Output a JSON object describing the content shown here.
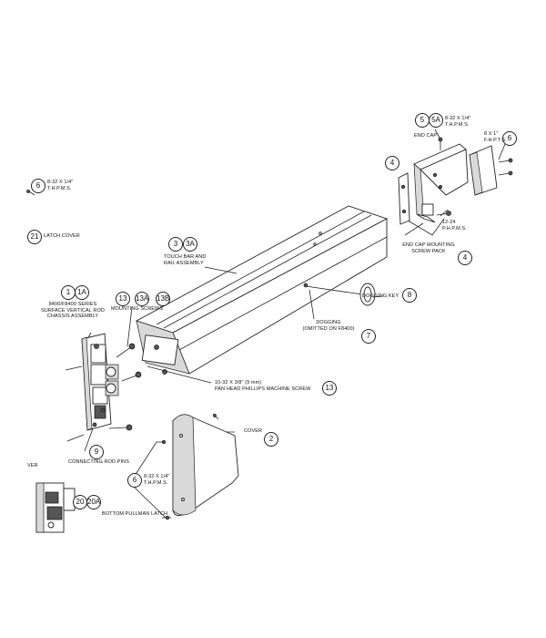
{
  "callouts": {
    "c1": "1",
    "c1a": "1A",
    "c2": "2",
    "c3": "3",
    "c3a": "3A",
    "c4a": "4",
    "c4b": "4",
    "c5": "5",
    "c5a": "5A",
    "c6a": "6",
    "c6b": "6",
    "c6c": "6",
    "c7": "7",
    "c8": "8",
    "c9": "9",
    "c13a": "13",
    "c13b": "13A",
    "c13c": "13B",
    "c13d": "13",
    "c20": "20",
    "c20a": "20A",
    "c21": "21"
  },
  "labels": {
    "screw_8_32_top_l1": "8-32 X 1/4\"",
    "screw_8_32_top_l2": "T.H.P.M.S.",
    "latch_cover": "LATCH COVER",
    "touch_bar_l1": "TOUCH BAR AND",
    "touch_bar_l2": "RAIL ASSEMBLY",
    "chassis_l1": "8400/F8400 SERIES",
    "chassis_l2": "SURFACE VERTICAL ROD",
    "chassis_l3": "CHASSIS ASSEMBLY",
    "mounting_screws": "MOUNTING SCREWS",
    "dogging_key": "DOGGING KEY",
    "dogging_l1": "DOGGING",
    "dogging_l2": "(OMITTED ON F8400)",
    "machine_screw_l1": "10-32 X 3/8\" (9 mm)",
    "machine_screw_l2": "PAN HEAD PHILLIPS MACHINE SCREW",
    "cover": "COVER",
    "connecting_rod_pins": "CONNECTING ROD PINS",
    "screw_8_32_bot_l1": "8-32 X 1/4\"",
    "screw_8_32_bot_l2": "T.H.P.M.S.",
    "bottom_pullman_latch": "BOTTOM PULLMAN LATCH",
    "ver_fragment": "VER",
    "end_cap": "END CAP",
    "screw_5a_l1": "8-32 X 1/4\"",
    "screw_5a_l2": "T.H.P.M.S.",
    "screw_6_l1": "8 X 1\"",
    "screw_6_l2": "F.H.P.T.S.",
    "screw_12_24_l1": "12-24",
    "screw_12_24_l2": "P.H.P.M.S.",
    "end_cap_mount_l1": "END CAP MOUNTING",
    "end_cap_mount_l2": "SCREW PACK"
  }
}
